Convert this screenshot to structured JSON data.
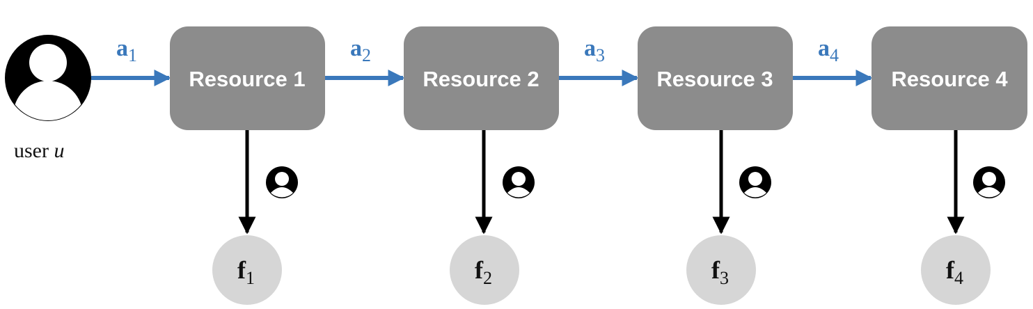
{
  "user": {
    "label_prefix": "user ",
    "label_variable": "u",
    "icon": "user-icon"
  },
  "resources": [
    {
      "label": "Resource 1",
      "action_base": "a",
      "action_sub": "1",
      "feedback_base": "f",
      "feedback_sub": "1"
    },
    {
      "label": "Resource 2",
      "action_base": "a",
      "action_sub": "2",
      "feedback_base": "f",
      "feedback_sub": "2"
    },
    {
      "label": "Resource 3",
      "action_base": "a",
      "action_sub": "3",
      "feedback_base": "f",
      "feedback_sub": "3"
    },
    {
      "label": "Resource 4",
      "action_base": "a",
      "action_sub": "4",
      "feedback_base": "f",
      "feedback_sub": "4"
    }
  ],
  "colors": {
    "resource_box": "#8c8c8c",
    "action_arrow": "#3a78bb",
    "feedback_arrow": "#000000",
    "feedback_node": "#d6d6d6",
    "user_icon": "#000000"
  }
}
